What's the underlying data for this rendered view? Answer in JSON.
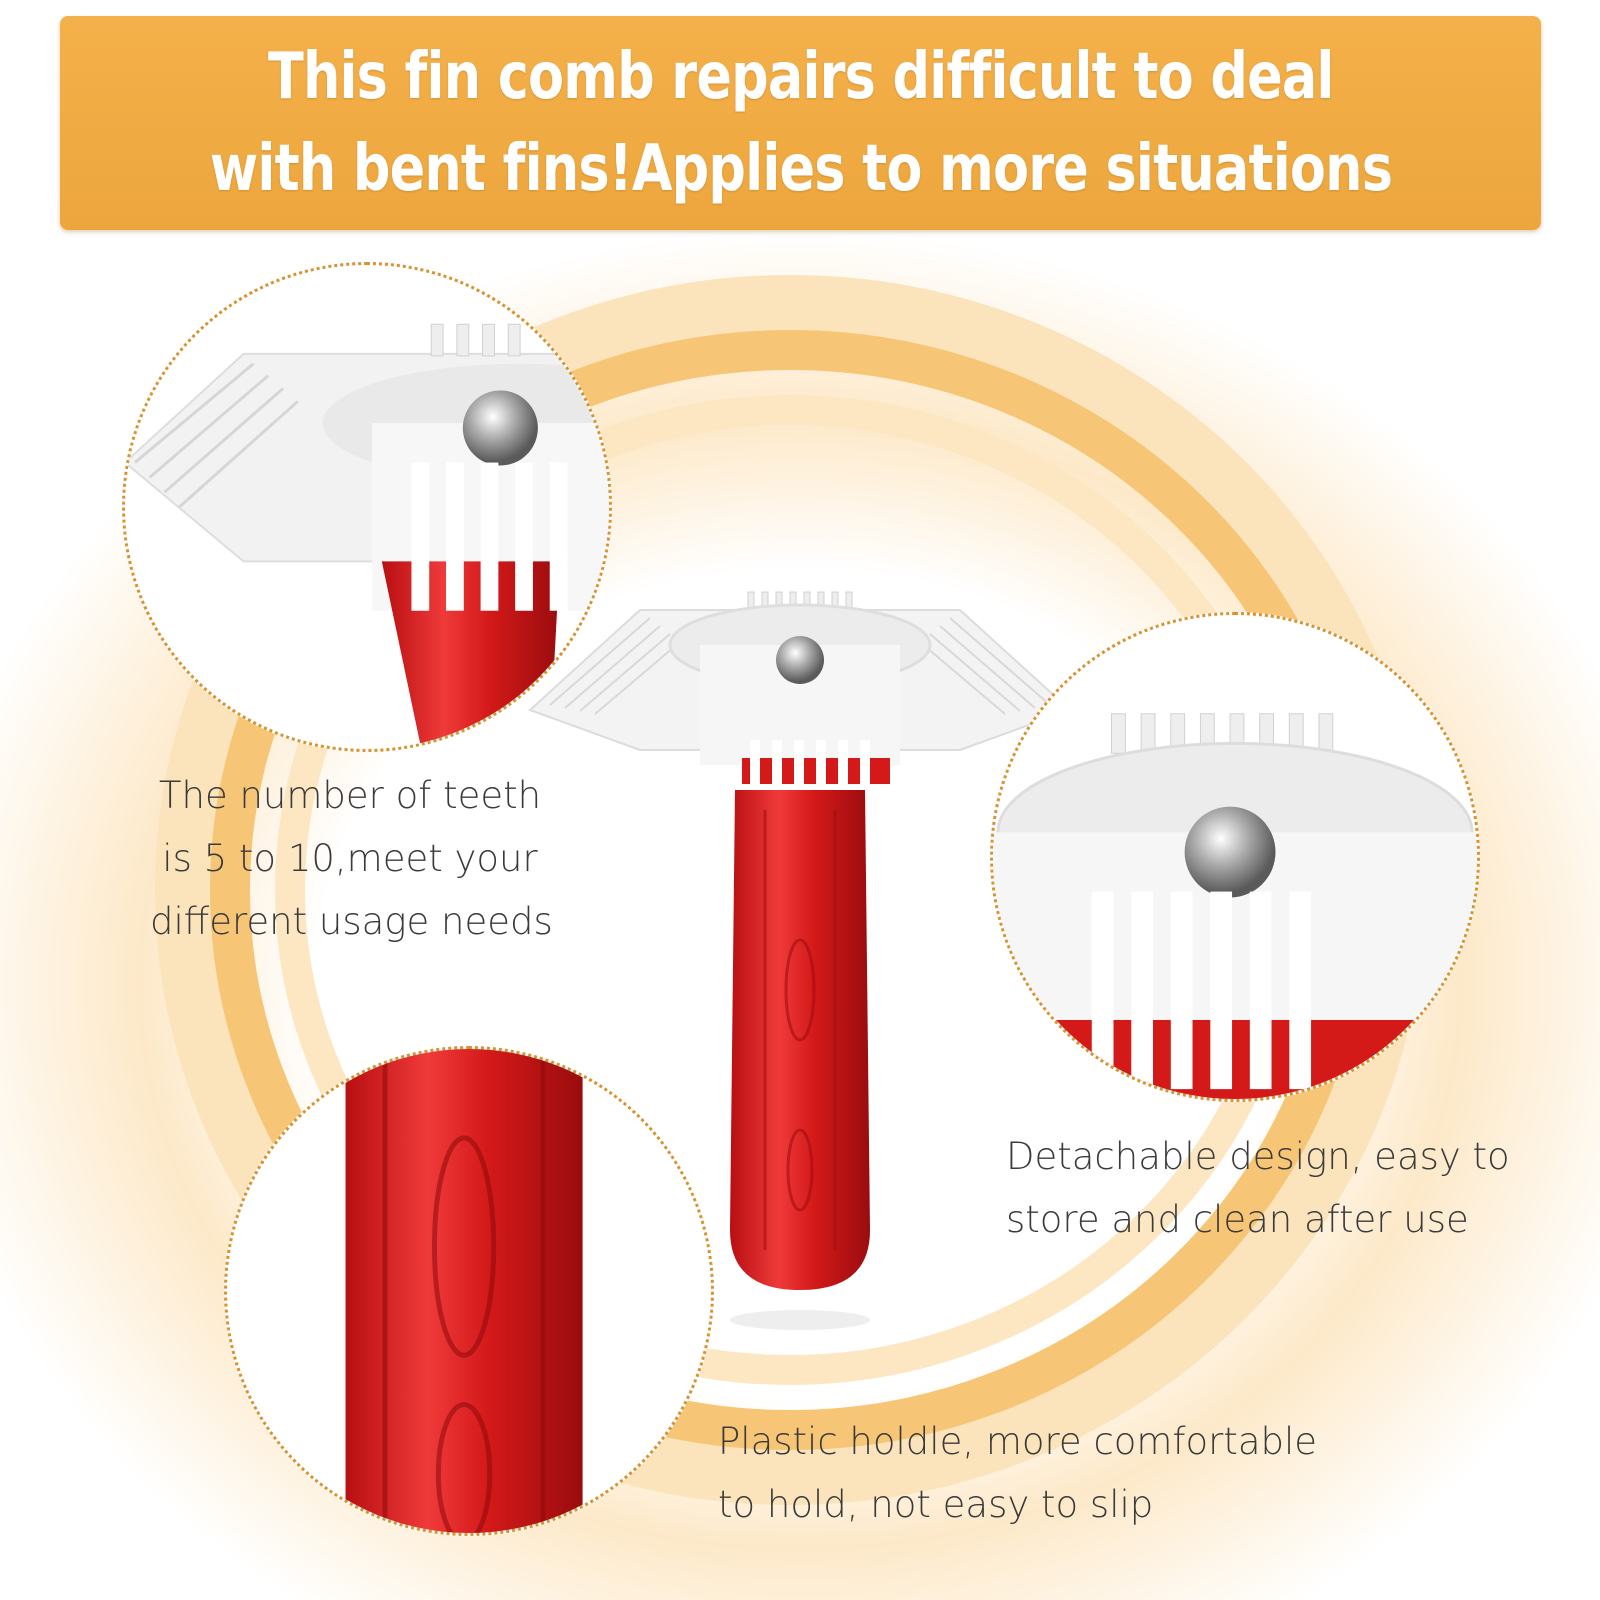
{
  "banner": {
    "line1": "This fin comb repairs difficult to deal",
    "line2": "with bent fins!Applies to more situations"
  },
  "captions": {
    "teeth": {
      "line1": "The number of teeth",
      "line2": "is 5 to 10,meet your",
      "line3": "different usage needs"
    },
    "detachable": {
      "line1": "Detachable design, easy to",
      "line2": "store and clean after use"
    },
    "handle": {
      "line1": "Plastic holdle, more comfortable",
      "line2": "to hold, not easy to slip"
    }
  },
  "colors": {
    "banner": "#f0aa42",
    "ring": "#f3c06a",
    "handle": "#d81a1a",
    "comb": "#f4f4f4",
    "dotted_border": "#d9922e"
  }
}
